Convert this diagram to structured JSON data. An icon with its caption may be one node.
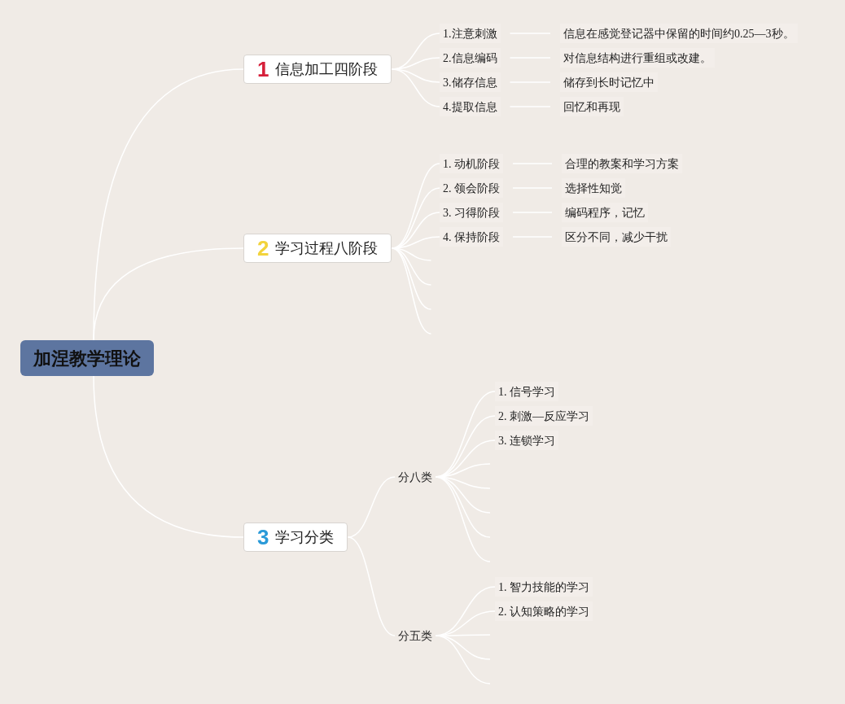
{
  "diagram": {
    "nodes": [
      {
        "text": [
          "加涅教学理论"
        ]
      },
      {
        "text": [
          "1",
          "信息加工四阶段"
        ]
      },
      {
        "text": [
          "1.注意刺激"
        ]
      },
      {
        "text": [
          "信息在感觉登记器中保留的时间约0.25—3秒。"
        ]
      },
      {
        "text": [
          "2.信息编码"
        ]
      },
      {
        "text": [
          "对信息结构进行重组或改建。"
        ]
      },
      {
        "text": [
          "3.储存信息"
        ]
      },
      {
        "text": [
          "储存到长时记忆中"
        ]
      },
      {
        "text": [
          "4.提取信息"
        ]
      },
      {
        "text": [
          "回忆和再现"
        ]
      },
      {
        "text": [
          "2",
          "学习过程八阶段"
        ]
      },
      {
        "text": [
          "1. 动机阶段"
        ]
      },
      {
        "text": [
          "合理的教案和学习方案"
        ]
      },
      {
        "text": [
          "2. 领会阶段"
        ]
      },
      {
        "text": [
          "选择性知觉"
        ]
      },
      {
        "text": [
          "3. 习得阶段"
        ]
      },
      {
        "text": [
          "编码程序，记忆"
        ]
      },
      {
        "text": [
          "4. 保持阶段"
        ]
      },
      {
        "text": [
          "区分不同，减少干扰"
        ]
      },
      {
        "text": [
          "3",
          "学习分类"
        ]
      },
      {
        "text": [
          "分八类"
        ]
      },
      {
        "text": [
          "1. 信号学习"
        ]
      },
      {
        "text": [
          "2. 刺激—反应学习"
        ]
      },
      {
        "text": [
          "3. 连锁学习"
        ]
      },
      {
        "text": [
          "分五类"
        ]
      },
      {
        "text": [
          "1. 智力技能的学习"
        ]
      },
      {
        "text": [
          "2. 认知策略的学习"
        ]
      }
    ],
    "edges": [
      {
        "from": 0,
        "to": 1,
        "arrow": "none"
      },
      {
        "from": 0,
        "to": 10,
        "arrow": "none"
      },
      {
        "from": 0,
        "to": 19,
        "arrow": "none"
      },
      {
        "from": 1,
        "to": 2,
        "arrow": "none"
      },
      {
        "from": 2,
        "to": 3,
        "arrow": "none"
      },
      {
        "from": 1,
        "to": 4,
        "arrow": "none"
      },
      {
        "from": 4,
        "to": 5,
        "arrow": "none"
      },
      {
        "from": 1,
        "to": 6,
        "arrow": "none"
      },
      {
        "from": 6,
        "to": 7,
        "arrow": "none"
      },
      {
        "from": 1,
        "to": 8,
        "arrow": "none"
      },
      {
        "from": 8,
        "to": 9,
        "arrow": "none"
      },
      {
        "from": 10,
        "to": 11,
        "arrow": "none"
      },
      {
        "from": 11,
        "to": 12,
        "arrow": "none"
      },
      {
        "from": 10,
        "to": 13,
        "arrow": "none"
      },
      {
        "from": 13,
        "to": 14,
        "arrow": "none"
      },
      {
        "from": 10,
        "to": 15,
        "arrow": "none"
      },
      {
        "from": 15,
        "to": 16,
        "arrow": "none"
      },
      {
        "from": 10,
        "to": 17,
        "arrow": "none"
      },
      {
        "from": 17,
        "to": 18,
        "arrow": "none"
      },
      {
        "from": 10,
        "to": null,
        "arrow": "none"
      },
      {
        "from": 10,
        "to": null,
        "arrow": "none"
      },
      {
        "from": 10,
        "to": null,
        "arrow": "none"
      },
      {
        "from": 10,
        "to": null,
        "arrow": "none"
      },
      {
        "from": 19,
        "to": 20,
        "arrow": "none"
      },
      {
        "from": 19,
        "to": 24,
        "arrow": "none"
      },
      {
        "from": 20,
        "to": 21,
        "arrow": "none"
      },
      {
        "from": 20,
        "to": 22,
        "arrow": "none"
      },
      {
        "from": 20,
        "to": 23,
        "arrow": "none"
      },
      {
        "from": 20,
        "to": null,
        "arrow": "none"
      },
      {
        "from": 20,
        "to": null,
        "arrow": "none"
      },
      {
        "from": 20,
        "to": null,
        "arrow": "none"
      },
      {
        "from": 20,
        "to": null,
        "arrow": "none"
      },
      {
        "from": 20,
        "to": null,
        "arrow": "none"
      },
      {
        "from": 24,
        "to": 25,
        "arrow": "none"
      },
      {
        "from": 24,
        "to": 26,
        "arrow": "none"
      },
      {
        "from": 24,
        "to": null,
        "arrow": "none"
      },
      {
        "from": 24,
        "to": null,
        "arrow": "none"
      },
      {
        "from": 24,
        "to": null,
        "arrow": "none"
      }
    ]
  }
}
